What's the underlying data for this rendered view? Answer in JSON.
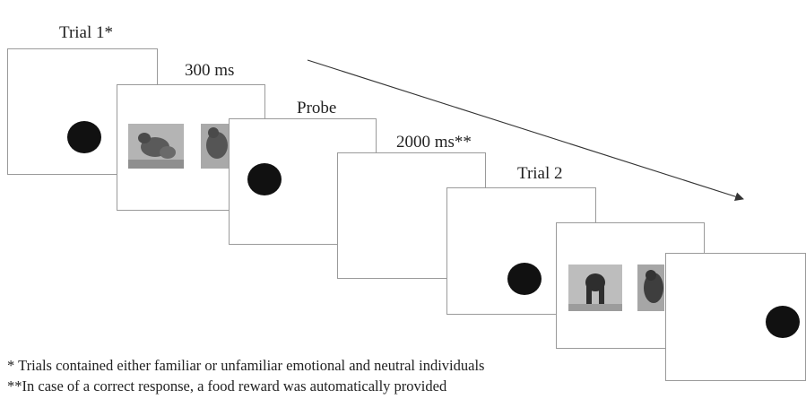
{
  "labels": {
    "trial1": "Trial 1*",
    "d300": "300 ms",
    "probe": "Probe",
    "d2000": "2000 ms**",
    "trial2": "Trial 2"
  },
  "footnotes": {
    "note1": "* Trials contained either familiar or unfamiliar emotional and neutral individuals",
    "note2": "**In case of a correct response, a food reward was automatically provided"
  },
  "colors": {
    "frame_border": "#9a9a9a",
    "dot": "#111111",
    "arrow": "#333333",
    "text": "#222222"
  }
}
